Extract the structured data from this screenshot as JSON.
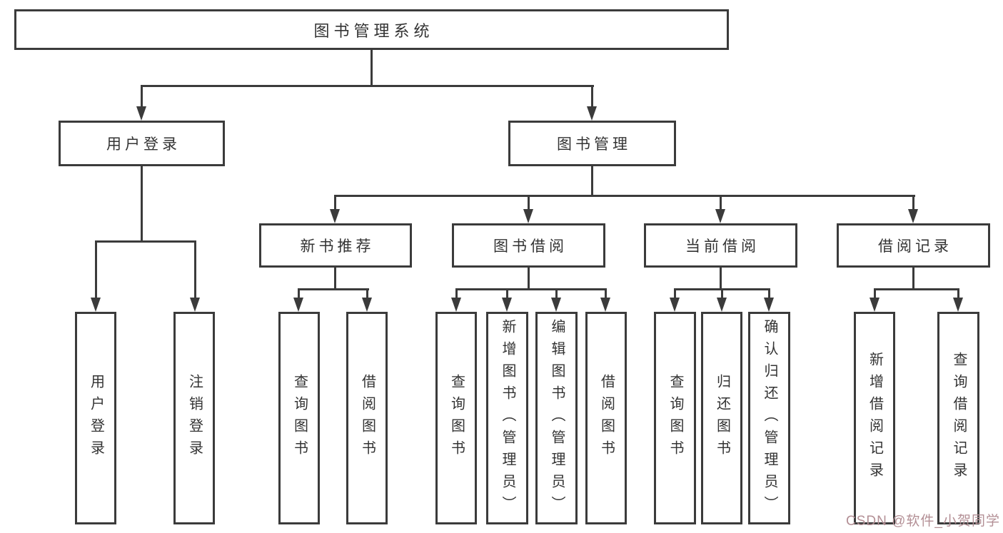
{
  "title": "图书管理系统",
  "level2": {
    "user_login": "用户登录",
    "book_management": "图书管理"
  },
  "level3": {
    "new_book_recommend": "新书推荐",
    "book_borrow": "图书借阅",
    "current_borrow": "当前借阅",
    "borrow_records": "借阅记录"
  },
  "leaves": {
    "login": [
      "用户登录",
      "注销登录"
    ],
    "recommend": [
      "查询图书",
      "借阅图书"
    ],
    "borrow": [
      "查询图书",
      "新增图书（管理员）",
      "编辑图书（管理员）",
      "借阅图书"
    ],
    "current": [
      "查询图书",
      "归还图书",
      "确认归还（管理员）"
    ],
    "records": [
      "新增借阅记录",
      "查询借阅记录"
    ]
  },
  "watermark": "CSDN @软件_小贺同学",
  "colors": {
    "line": "#3b3b3b",
    "text": "#333333",
    "watermark": "#b38f95",
    "background": "#ffffff"
  }
}
